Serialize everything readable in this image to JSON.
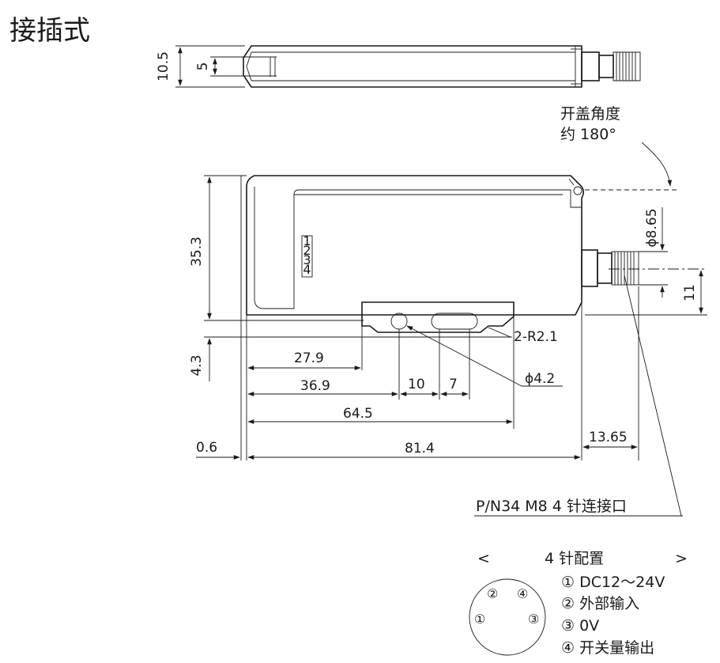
{
  "title": "接插式",
  "top_view": {
    "dim_height": "10.5",
    "dim_slot": "5"
  },
  "cover_note": {
    "line1": "开盖角度",
    "line2": "约 180°"
  },
  "front_view": {
    "dim_height": "35.3",
    "dim_base": "4.3",
    "dim_connector_dia": "ϕ8.65",
    "dim_connector_offset": "11",
    "dim_radius": "2-R2.1",
    "dim_hole": "ϕ4.2",
    "dim_27_9": "27.9",
    "dim_36_9": "36.9",
    "dim_10": "10",
    "dim_7": "7",
    "dim_64_5": "64.5",
    "dim_0_6": "0.6",
    "dim_81_4": "81.4",
    "dim_13_65": "13.65",
    "terminal_labels": [
      "1",
      "2",
      "3",
      "4"
    ]
  },
  "connector_note": "P/N34 M8 4 针连接口",
  "pin_config": {
    "heading_left": "<",
    "heading": "4 针配置",
    "heading_right": ">",
    "pins_in_diagram": [
      "②",
      "④",
      "①",
      "③"
    ],
    "items": [
      "① DC12～24V",
      "② 外部输入",
      "③ 0V",
      "④ 开关量输出"
    ]
  }
}
